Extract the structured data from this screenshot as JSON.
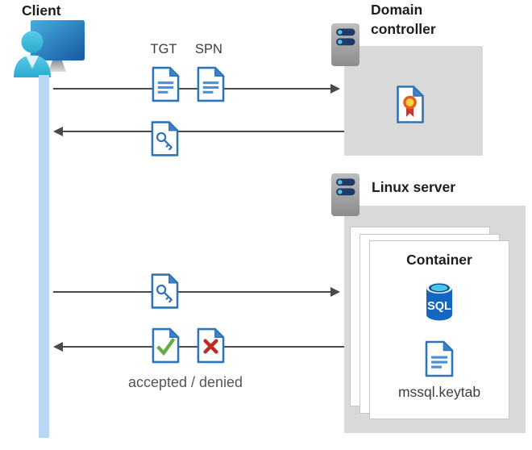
{
  "client": {
    "title": "Client"
  },
  "domain_controller": {
    "title": "Domain controller"
  },
  "linux_server": {
    "title": "Linux server"
  },
  "container": {
    "title": "Container",
    "keytab_label": "mssql.keytab"
  },
  "flow": {
    "tgt_label": "TGT",
    "spn_label": "SPN",
    "result_label": "accepted / denied"
  },
  "icons": {
    "client": "user-at-monitor-icon",
    "server": "server-icon",
    "ticket_document": "document-icon",
    "key_ticket": "key-document-icon",
    "certificate": "certificate-document-icon",
    "accepted": "check-document-icon",
    "denied": "x-document-icon",
    "sql_database": "sql-database-icon"
  },
  "colors": {
    "doc_blue": "#2e75b6",
    "doc_line_blue": "#4a90d8",
    "fold_blue": "#3f82c8",
    "box_gray": "#d9d9d9",
    "lifeline_blue": "#b9d7f5",
    "arrow_gray": "#4a4a4a",
    "check_green": "#5fae3f",
    "cross_red": "#bf2b20",
    "sql_blue": "#1467c0",
    "sql_cyan": "#45c8ea",
    "server_bar_navy": "#1e3a67",
    "server_dot_cyan": "#55c8ea",
    "cert_ring_orange": "#e85c1e",
    "cert_gold": "#ffd348",
    "cert_ribbon_red": "#c13a30",
    "text_dark": "#1d1d1d",
    "muted_text": "#555555"
  }
}
